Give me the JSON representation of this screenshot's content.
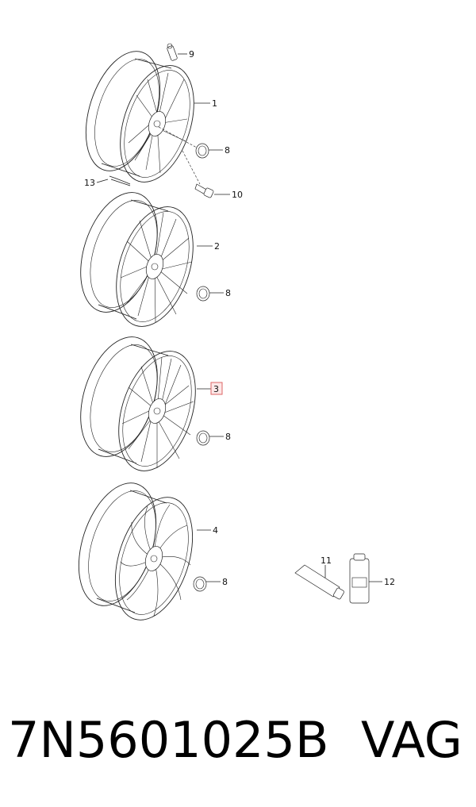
{
  "callouts": {
    "wheel_1": "1",
    "wheel_2": "2",
    "wheel_3": "3",
    "wheel_4": "4",
    "cap_a": "8",
    "cap_b": "8",
    "cap_c": "8",
    "cap_d": "8",
    "valve": "9",
    "bolt": "10",
    "tube": "11",
    "spray_can": "12",
    "balance_weight": "13"
  },
  "highlight": {
    "callout": "3",
    "color": "#d66"
  },
  "footer": {
    "part_number": "7N5601025B",
    "brand": "VAG"
  }
}
